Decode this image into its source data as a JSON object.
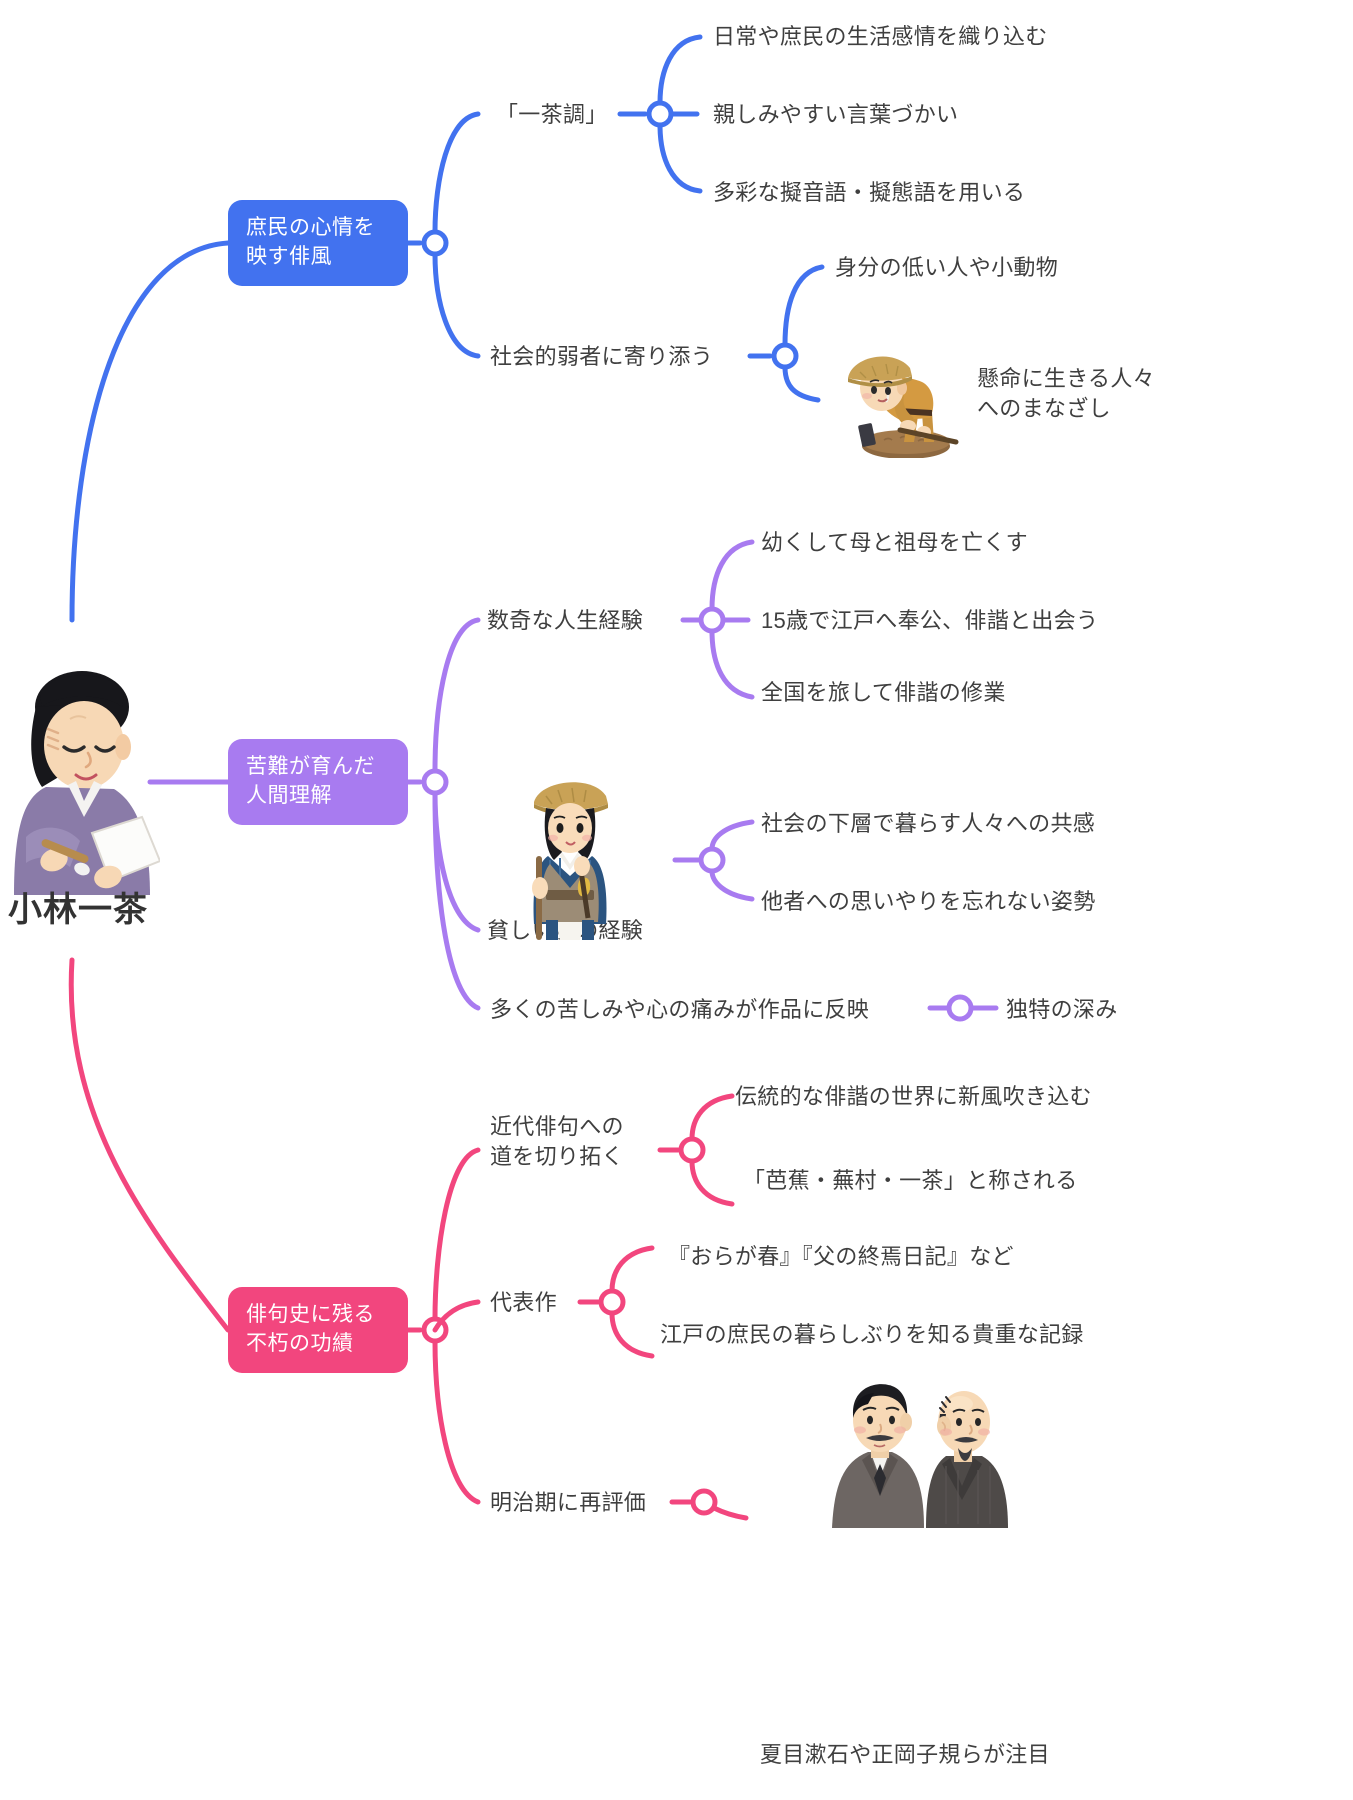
{
  "root": {
    "label": "小林一茶",
    "illustration": "kobayashi-issa-portrait"
  },
  "colors": {
    "branch_blue": "#4272ef",
    "branch_purple": "#a87bf0",
    "branch_pink": "#f2467e",
    "text": "#3f3f3f",
    "background": "#ffffff"
  },
  "branches": [
    {
      "id": "haifu",
      "color": "#4272ef",
      "label": "庶民の心情を\n映す俳風",
      "label_lines": [
        "庶民の心情を",
        "映す俳風"
      ],
      "children": [
        {
          "label": "「一茶調」",
          "leaves": [
            "日常や庶民の生活感情を織り込む",
            "親しみやすい言葉づかい",
            "多彩な擬音語・擬態語を用いる"
          ]
        },
        {
          "label": "社会的弱者に寄り添う",
          "leaves": [
            "身分の低い人や小動物",
            "懸命に生きる人々\nへのまなざし"
          ],
          "leaf_lines": [
            [
              "身分の低い人や小動物"
            ],
            [
              "懸命に生きる人々",
              "へのまなざし"
            ]
          ],
          "illustration": "farmer-hoeing"
        }
      ]
    },
    {
      "id": "ningen-rikai",
      "color": "#a87bf0",
      "label": "苦難が育んだ\n人間理解",
      "label_lines": [
        "苦難が育んだ",
        "人間理解"
      ],
      "children": [
        {
          "label": "数奇な人生経験",
          "leaves": [
            "幼くして母と祖母を亡くす",
            "15歳で江戸へ奉公、俳諧と出会う",
            "全国を旅して俳諧の修業"
          ]
        },
        {
          "label": "貧しい旅の経験",
          "leaves": [
            "社会の下層で暮らす人々への共感",
            "他者への思いやりを忘れない姿勢"
          ],
          "illustration": "traveling-haiku-poet"
        },
        {
          "label": "多くの苦しみや心の痛みが作品に反映",
          "leaves": [
            "独特の深み"
          ]
        }
      ]
    },
    {
      "id": "kouseki",
      "color": "#f2467e",
      "label": "俳句史に残る\n不朽の功績",
      "label_lines": [
        "俳句史に残る",
        "不朽の功績"
      ],
      "children": [
        {
          "label": "近代俳句への\n道を切り拓く",
          "label_lines": [
            "近代俳句への",
            "道を切り拓く"
          ],
          "leaves": [
            "伝統的な俳諧の世界に新風吹き込む",
            "「芭蕉・蕪村・一茶」と称される"
          ]
        },
        {
          "label": "代表作",
          "leaves": [
            "『おらが春』『父の終焉日記』など",
            "江戸の庶民の暮らしぶりを知る貴重な記録"
          ]
        },
        {
          "label": "明治期に再評価",
          "leaves": [
            "夏目漱石や正岡子規らが注目"
          ],
          "illustration": "soseki-and-shiki"
        }
      ]
    }
  ]
}
